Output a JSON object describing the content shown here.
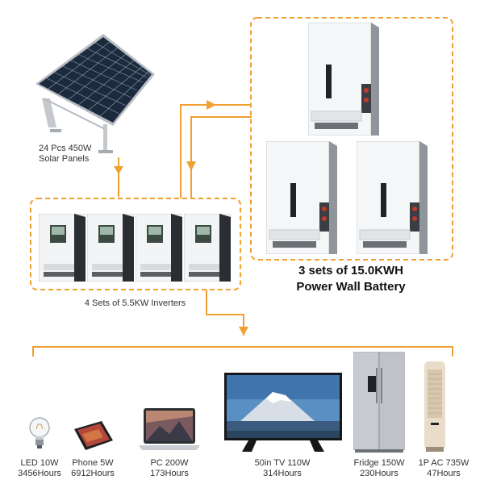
{
  "solar": {
    "line1": "24 Pcs 450W",
    "line2": "Solar Panels"
  },
  "inverters": {
    "caption": "4 Sets of 5.5KW Inverters"
  },
  "battery": {
    "line1": "3 sets of 15.0KWH",
    "line2": "Power Wall Battery"
  },
  "appliances": [
    {
      "name": "LED 10W",
      "hours": "3456Hours"
    },
    {
      "name": "Phone 5W",
      "hours": "6912Hours"
    },
    {
      "name": "PC 200W",
      "hours": "173Hours"
    },
    {
      "name": "50in TV 110W",
      "hours": "314Hours"
    },
    {
      "name": "Fridge 150W",
      "hours": "230Hours"
    },
    {
      "name": "1P AC 735W",
      "hours": "47Hours"
    }
  ],
  "colors": {
    "wire": "#f0a030",
    "panel": "#1b2a3c",
    "frame": "#b7bcc2",
    "device": "#f3f4f5",
    "device_dark": "#2a2d31",
    "accent_red": "#c0392b"
  }
}
